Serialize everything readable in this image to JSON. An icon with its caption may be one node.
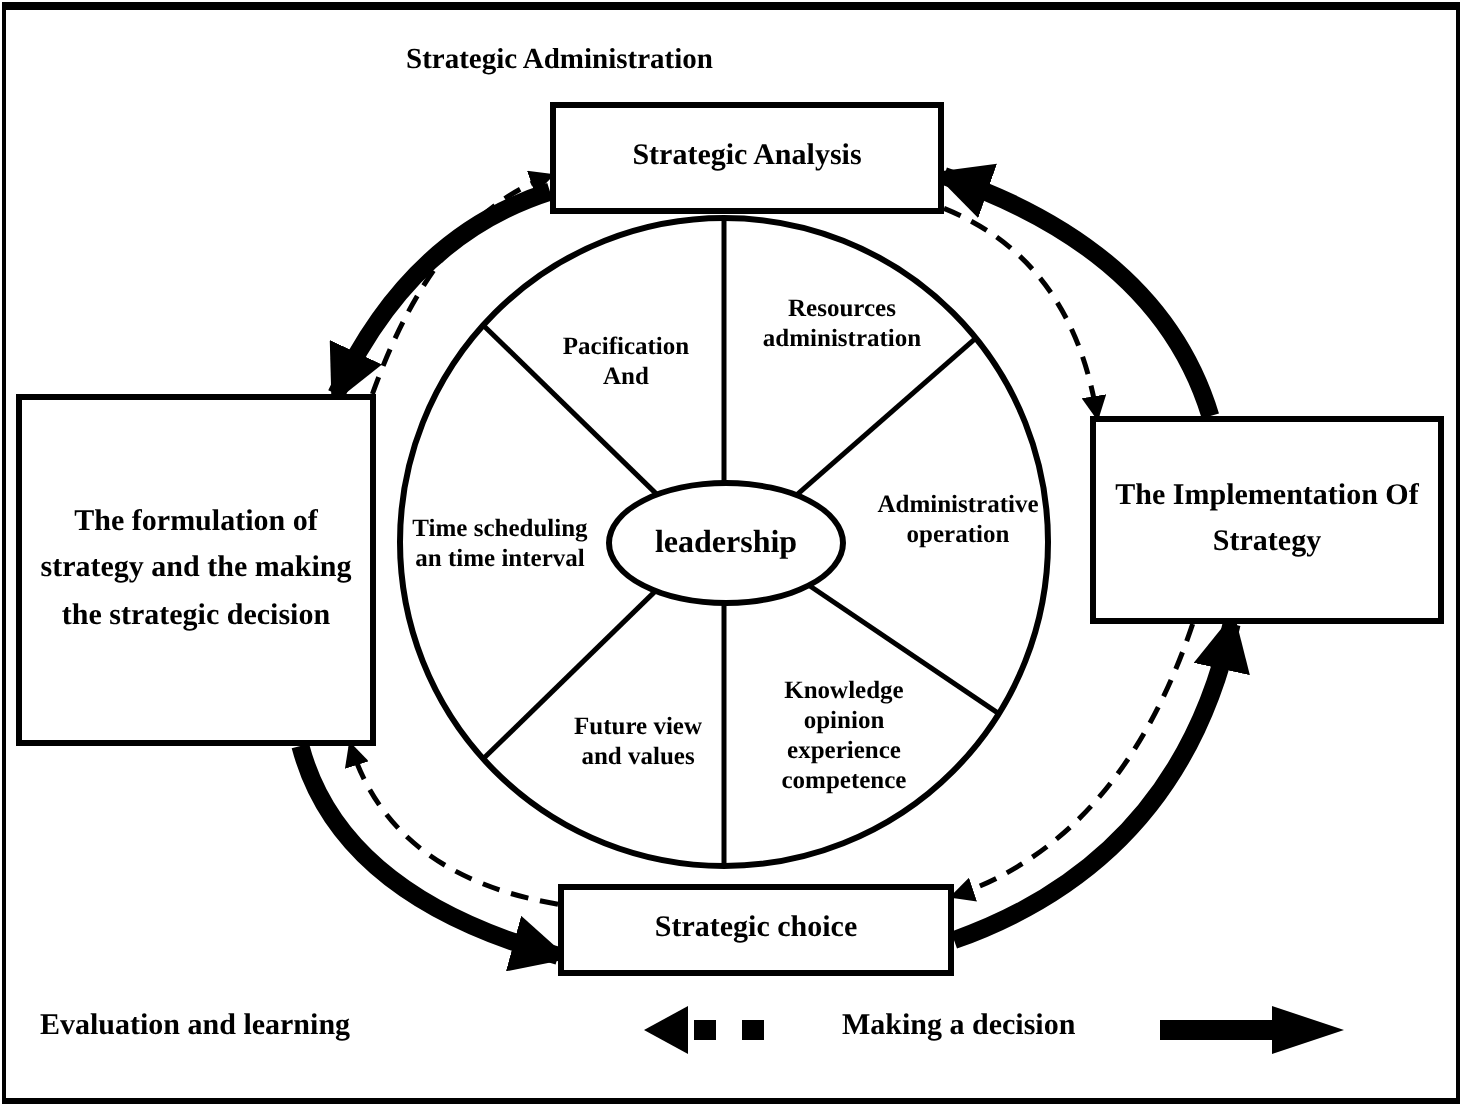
{
  "diagram": {
    "title": "Strategic Administration",
    "nodes": [
      {
        "text": [
          "Strategic Analysis"
        ]
      },
      {
        "text": [
          "The formulation of strategy and the making the strategic decision"
        ]
      },
      {
        "text": [],
        "shape": "circle"
      },
      {
        "text": [
          "Pacification And"
        ],
        "in": 2
      },
      {
        "text": [
          "Resources administration"
        ],
        "in": 2
      },
      {
        "text": [
          "Time scheduling an time interval"
        ],
        "in": 2
      },
      {
        "text": [
          "leadership"
        ],
        "in": 2
      },
      {
        "text": [
          "Administrative operation"
        ],
        "in": 2
      },
      {
        "text": [
          "Future view and values"
        ],
        "in": 2
      },
      {
        "text": [
          "Knowledge opinion experience competence"
        ],
        "in": 2
      },
      {
        "text": [
          "The Implementation Of Strategy"
        ]
      },
      {
        "text": [
          "Strategic choice"
        ]
      }
    ],
    "edges": [
      {
        "from": 0,
        "to": 1,
        "arrow": "to",
        "style": "thick"
      },
      {
        "from": 1,
        "to": 11,
        "arrow": "to",
        "style": "thick"
      },
      {
        "from": 11,
        "to": 10,
        "arrow": "to",
        "style": "thick"
      },
      {
        "from": 10,
        "to": 0,
        "arrow": "to",
        "style": "thick"
      },
      {
        "from": 1,
        "to": 0,
        "arrow": "to",
        "style": "dashed"
      },
      {
        "from": 0,
        "to": 10,
        "arrow": "to",
        "style": "dashed"
      },
      {
        "from": 10,
        "to": 11,
        "arrow": "to",
        "style": "dashed"
      },
      {
        "from": 11,
        "to": 1,
        "arrow": "to",
        "style": "dashed"
      }
    ],
    "legend": [
      {
        "text": "Evaluation and learning"
      },
      {
        "text": "Making a decision"
      }
    ]
  }
}
